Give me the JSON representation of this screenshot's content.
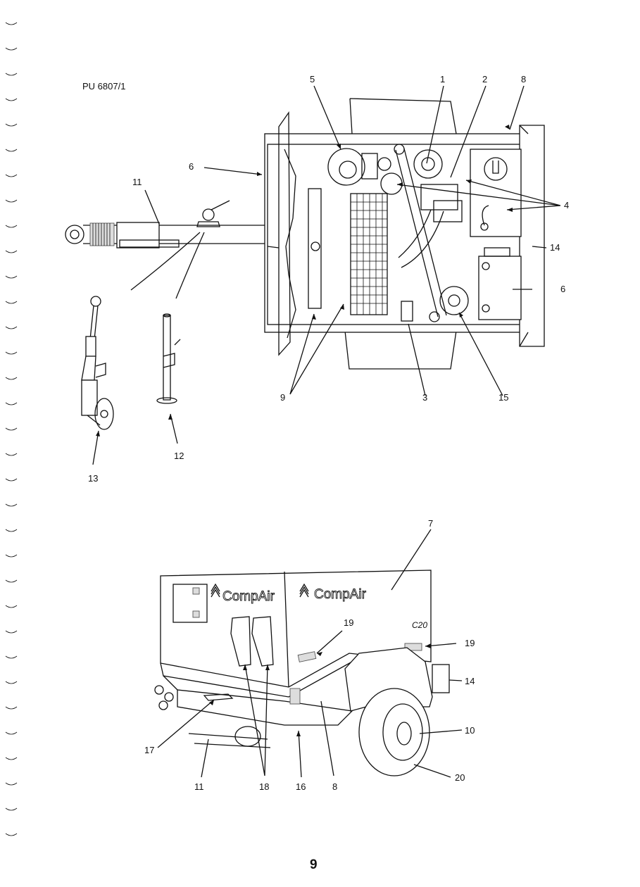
{
  "document": {
    "ref_code": "PU 6807/1",
    "page_number": "9",
    "brand_text": "CompAir",
    "model_badge": "C20"
  },
  "top_callouts": [
    "5",
    "1",
    "2",
    "8",
    "6",
    "11",
    "4",
    "14",
    "6",
    "9",
    "3",
    "15",
    "12",
    "13"
  ],
  "bottom_callouts": [
    "7",
    "19",
    "19",
    "14",
    "10",
    "20",
    "17",
    "11",
    "18",
    "16",
    "8"
  ]
}
